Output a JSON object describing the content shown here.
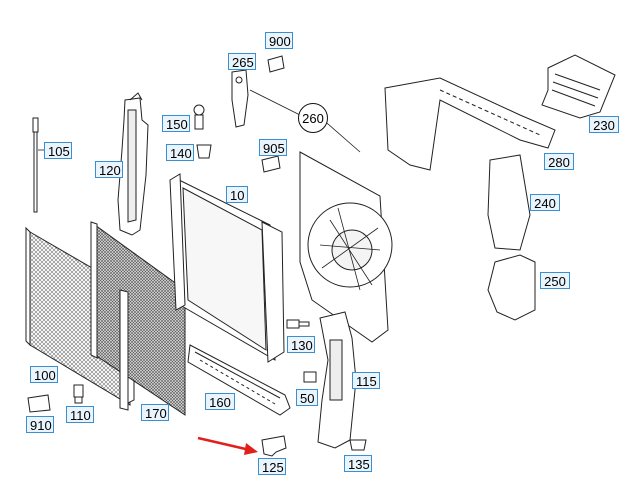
{
  "diagram": {
    "accent_color": "#3a8fd0",
    "arrow_color": "#e0201b",
    "callouts": [
      {
        "id": "900",
        "label": "900"
      },
      {
        "id": "265",
        "label": "265"
      },
      {
        "id": "260",
        "label": "260"
      },
      {
        "id": "230",
        "label": "230"
      },
      {
        "id": "105",
        "label": "105"
      },
      {
        "id": "120",
        "label": "120"
      },
      {
        "id": "150",
        "label": "150"
      },
      {
        "id": "140",
        "label": "140"
      },
      {
        "id": "905",
        "label": "905"
      },
      {
        "id": "280",
        "label": "280"
      },
      {
        "id": "10",
        "label": "10"
      },
      {
        "id": "240",
        "label": "240"
      },
      {
        "id": "250",
        "label": "250"
      },
      {
        "id": "130",
        "label": "130"
      },
      {
        "id": "100",
        "label": "100"
      },
      {
        "id": "115",
        "label": "115"
      },
      {
        "id": "50",
        "label": "50"
      },
      {
        "id": "910",
        "label": "910"
      },
      {
        "id": "110",
        "label": "110"
      },
      {
        "id": "170",
        "label": "170"
      },
      {
        "id": "160",
        "label": "160"
      },
      {
        "id": "135",
        "label": "135"
      },
      {
        "id": "125",
        "label": "125"
      }
    ]
  }
}
